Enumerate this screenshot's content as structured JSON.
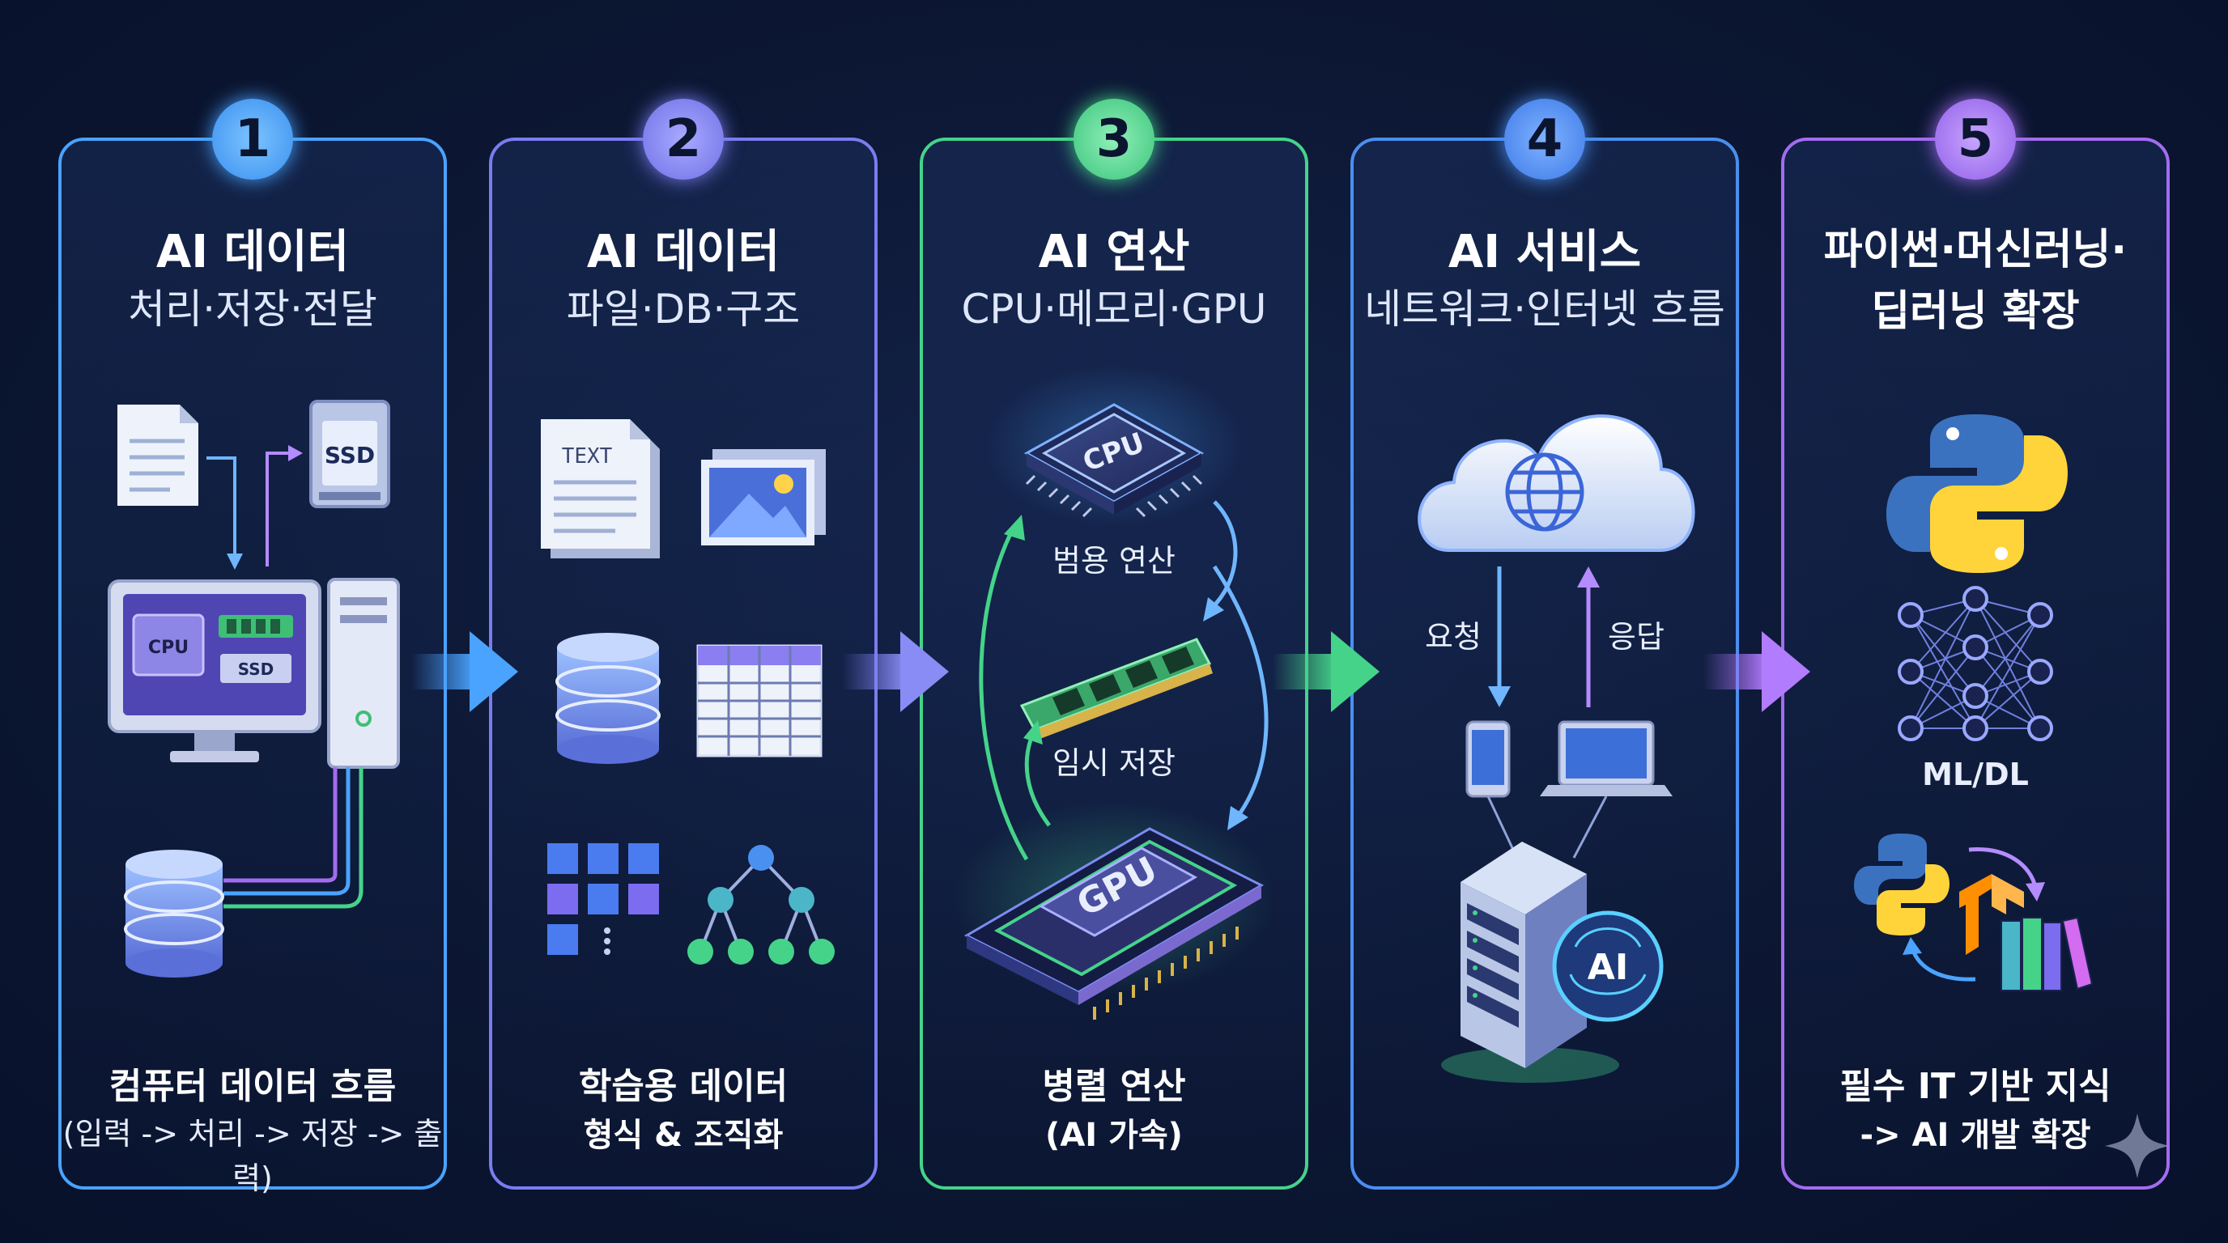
{
  "panels": [
    {
      "num": "1",
      "color": "#4aa3ff",
      "title1": "AI 데이터",
      "title2": "처리·저장·전달",
      "cap1": "컴퓨터 데이터 흐름",
      "cap2": "(입력 -> 처리 -> 저장 -> 출력)"
    },
    {
      "num": "2",
      "color": "#7b7cf0",
      "title1": "AI 데이터",
      "title2": "파일·DB·구조",
      "cap1": "학습용 데이터",
      "cap2": "형식 & 조직화"
    },
    {
      "num": "3",
      "color": "#45d38a",
      "title1": "AI 연산",
      "title2": "CPU·메모리·GPU",
      "cap1": "병렬 연산",
      "cap2": "(AI 가속)"
    },
    {
      "num": "4",
      "color": "#4a8ff0",
      "title1": "AI 서비스",
      "title2": "네트워크·인터넷 흐름",
      "cap1": "",
      "cap2": ""
    },
    {
      "num": "5",
      "color": "#a36cf0",
      "title1": "파이썬·머신러닝·",
      "title2": "딥러닝 확장",
      "cap1": "필수 IT 기반 지식",
      "cap2": "-> AI 개발 확장"
    }
  ],
  "icon_labels": {
    "ssd": "SSD",
    "cpu": "CPU",
    "text": "TEXT",
    "gpu": "GPU",
    "ai": "AI"
  },
  "labels": {
    "general_compute": "범용 연산",
    "temp_storage": "임시 저장",
    "request": "요청",
    "response": "응답",
    "mldl": "ML/DL"
  },
  "colors": {
    "background": "#0c1733",
    "blue": "#4aa3ff",
    "indigo": "#7b7cf0",
    "green": "#45d38a",
    "purple": "#a36cf0"
  }
}
